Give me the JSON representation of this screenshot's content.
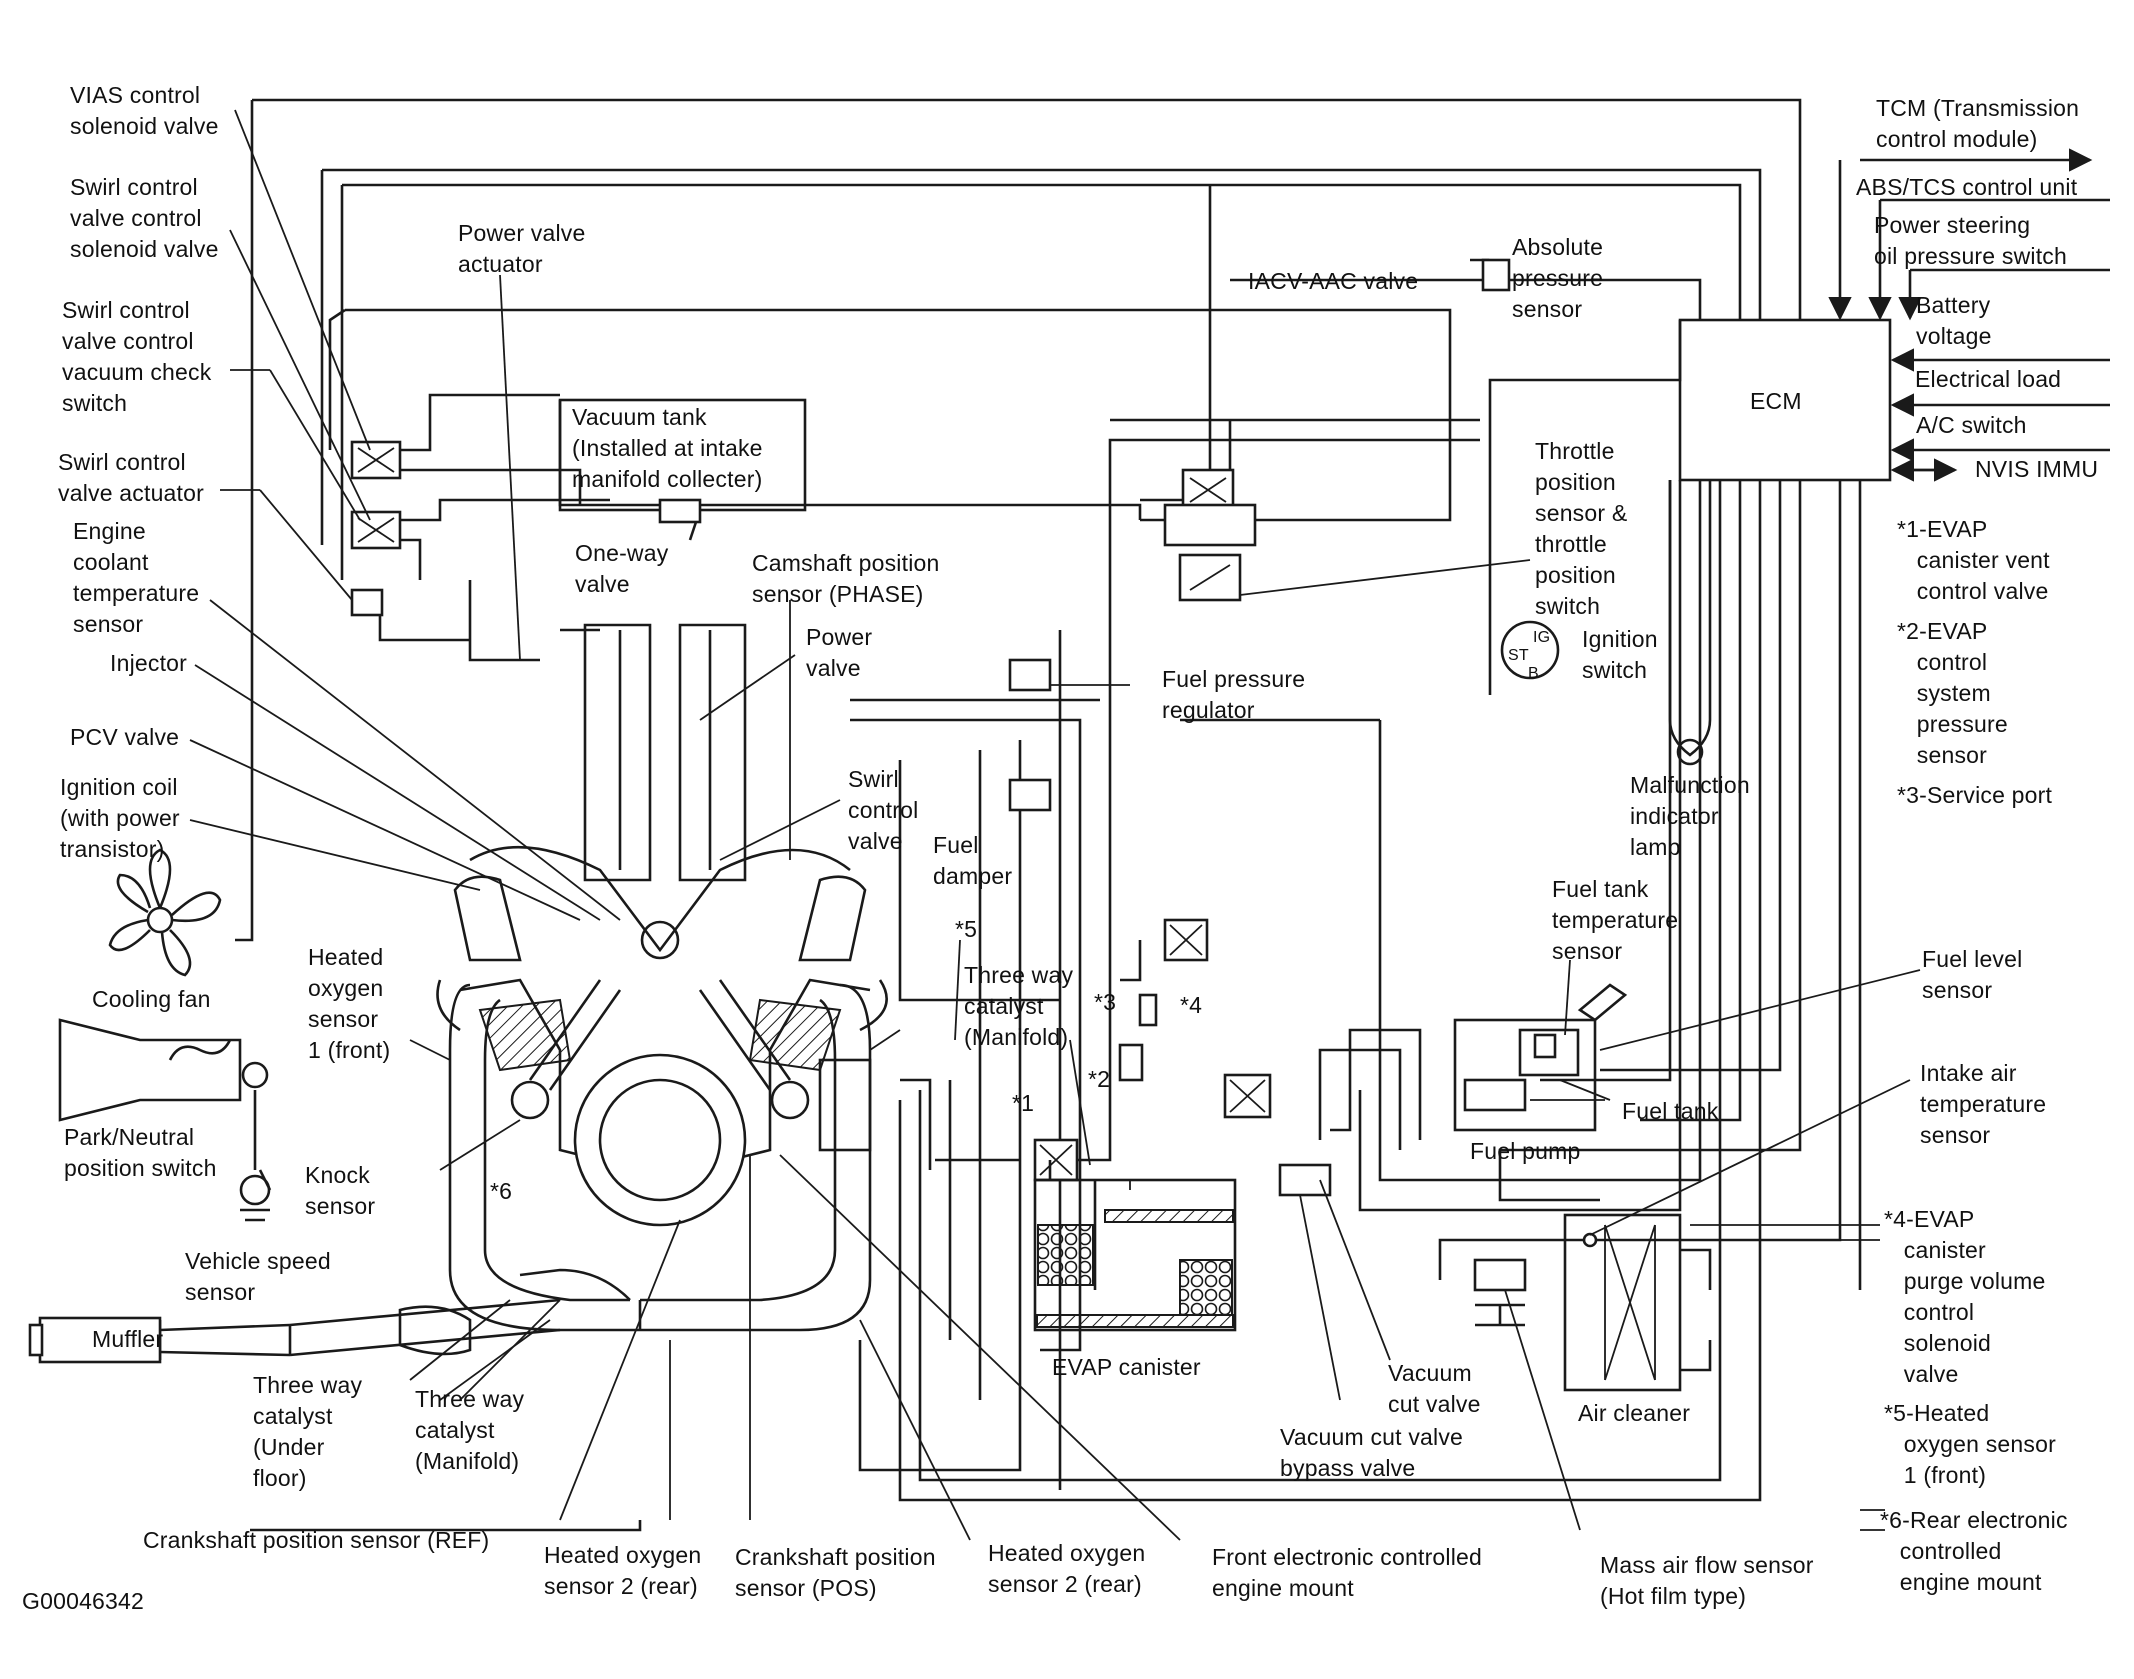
{
  "figure_id": "G00046342",
  "labels": {
    "vias": "VIAS control\nsolenoid valve",
    "swirl_solenoid": "Swirl control\nvalve control\nsolenoid valve",
    "swirl_check": "Swirl control\nvalve control\nvacuum check\nswitch",
    "swirl_actuator": "Swirl control\nvalve actuator",
    "coolant": "Engine\ncoolant\ntemperature\nsensor",
    "injector": "Injector",
    "pcv": "PCV valve",
    "ign_coil": "Ignition coil\n(with power\ntransistor)",
    "cooling_fan": "Cooling fan",
    "park_neutral": "Park/Neutral\nposition switch",
    "heated_o2_front": "Heated\noxygen\nsensor\n1 (front)",
    "knock": "Knock\nsensor",
    "vehicle_speed": "Vehicle speed\nsensor",
    "muffler": "Muffler",
    "twc_under": "Three way\ncatalyst\n(Under\nfloor)",
    "twc_manifold_low": "Three way\ncatalyst\n(Manifold)",
    "crank_ref": "Crankshaft position sensor (REF)",
    "ho2_rear_left": "Heated oxygen\nsensor 2 (rear)",
    "crank_pos": "Crankshaft position\nsensor (POS)",
    "ho2_rear_right": "Heated oxygen\nsensor 2 (rear)",
    "front_mount": "Front electronic controlled\nengine mount",
    "power_valve_actuator": "Power valve\nactuator",
    "vacuum_tank": "Vacuum tank\n(Installed at intake\nmanifold collecter)",
    "one_way": "One-way\nvalve",
    "camshaft": "Camshaft position\nsensor (PHASE)",
    "power_valve": "Power\nvalve",
    "swirl_valve": "Swirl\ncontrol\nvalve",
    "fuel_damper": "Fuel\ndamper",
    "fuel_pressure_reg": "Fuel pressure\nregulator",
    "iacv": "IACV-AAC valve",
    "abs_pressure": "Absolute\npressure\nsensor",
    "throttle": "Throttle\nposition\nsensor &\nthrottle\nposition\nswitch",
    "ignition_switch": "Ignition\nswitch",
    "mil": "Malfunction\nindicator\nlamp",
    "twc_manifold_right": "Three way\ncatalyst\n(Manifold)",
    "evap_canister": "EVAP canister",
    "vacuum_cut": "Vacuum\ncut valve",
    "vacuum_cut_bypass": "Vacuum cut valve\nbypass valve",
    "fuel_tank_temp": "Fuel tank\ntemperature\nsensor",
    "fuel_tank": "Fuel tank",
    "fuel_pump": "Fuel pump",
    "air_cleaner": "Air cleaner",
    "maf": "Mass air flow sensor\n(Hot film type)",
    "tcm": "TCM (Transmission\ncontrol module)",
    "abs_tcs": "ABS/TCS control unit",
    "power_steering": "Power steering\noil pressure switch",
    "battery": "Battery\nvoltage",
    "electrical_load": "Electrical load",
    "ac_switch": "A/C switch",
    "nvis": "NVIS IMMU",
    "ecm": "ECM",
    "fuel_level": "Fuel level\nsensor",
    "intake_air_temp": "Intake air\ntemperature\nsensor",
    "star1": "*1",
    "star2": "*2",
    "star3": "*3",
    "star4": "*4",
    "star5": "*5",
    "star6": "*6",
    "ign_ig": "IG",
    "ign_st": "ST",
    "ign_b": "B"
  },
  "legend": [
    "*1-EVAP\n   canister vent\n   control valve",
    "*2-EVAP\n   control\n   system\n   pressure\n   sensor",
    "*3-Service port",
    "*4-EVAP\n   canister\n   purge volume\n   control\n   solenoid\n   valve",
    "*5-Heated\n   oxygen sensor\n   1 (front)",
    "*6-Rear electronic\n   controlled\n   engine mount"
  ]
}
